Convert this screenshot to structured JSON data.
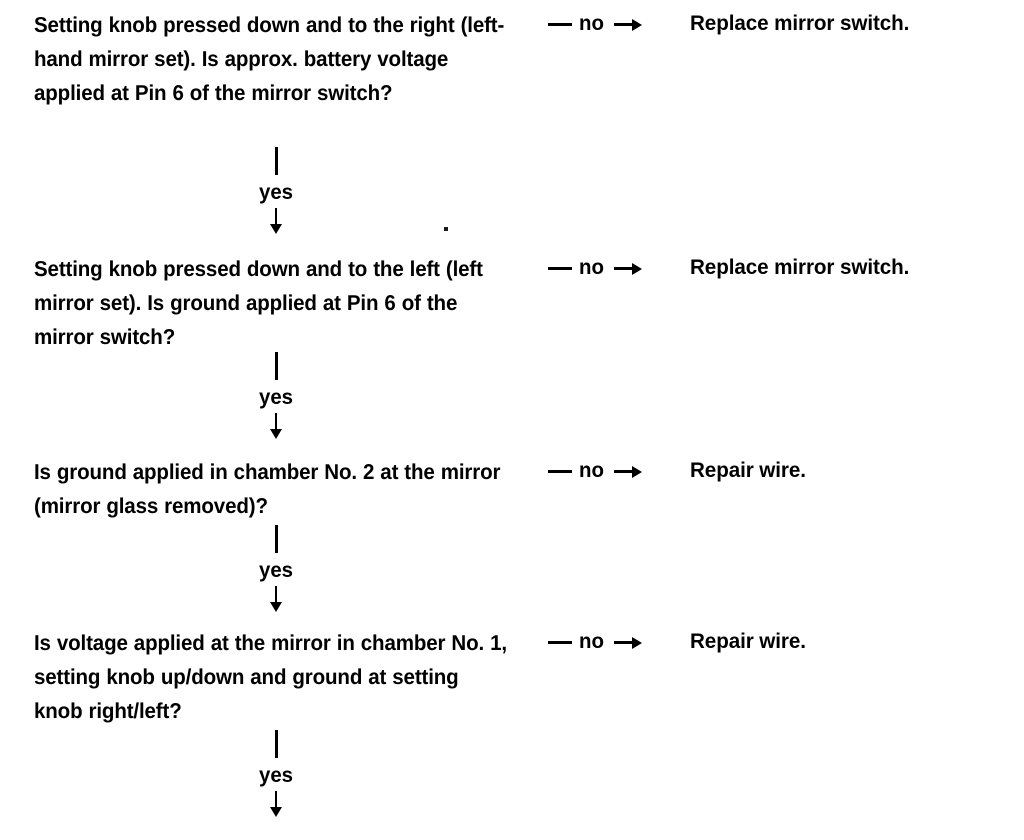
{
  "document": {
    "type": "troubleshooting-flowchart",
    "background_color": "#ffffff",
    "text_color": "#000000"
  },
  "flow": {
    "branch_no_label": "no",
    "branch_yes_label": "yes",
    "arrow_right_icon": "arrow-right-icon",
    "arrow_down_icon": "arrow-down-icon",
    "dash_icon": "em-dash-icon",
    "steps": [
      {
        "question": "Setting knob pressed down and to the right (left-hand mirror set). Is approx. battery voltage applied at Pin 6 of the mirror switch?",
        "no_outcome": "Replace mirror switch.",
        "yes_label": "yes"
      },
      {
        "question": "Setting knob pressed down and to the left (left mirror set). Is ground applied at Pin 6 of the mirror switch?",
        "no_outcome": "Replace mirror switch.",
        "yes_label": "yes"
      },
      {
        "question": "Is ground applied in chamber No. 2 at the mirror (mirror glass removed)?",
        "no_outcome": "Repair wire.",
        "yes_label": "yes"
      },
      {
        "question": "Is voltage applied at the mirror in chamber No. 1, setting knob up/down and ground at setting knob right/left?",
        "no_outcome": "Repair wire.",
        "yes_label": "yes"
      }
    ]
  }
}
